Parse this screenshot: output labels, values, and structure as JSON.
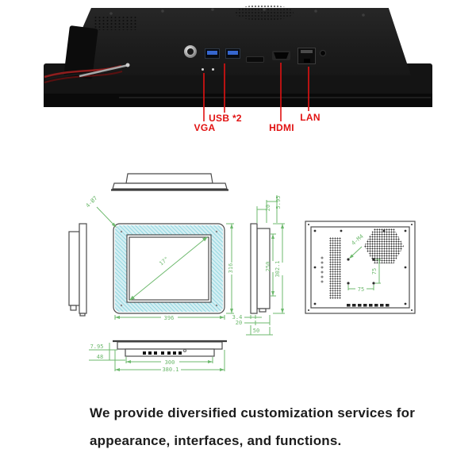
{
  "meta": {
    "accent_green": "#6db96d",
    "accent_red": "#e11212",
    "bezel_cyan": "#d4eff3"
  },
  "photo": {
    "port_labels": {
      "vga": "VGA",
      "usb": "USB *2",
      "hdmi": "HDMI",
      "lan": "LAN"
    }
  },
  "drawings": {
    "front": {
      "width": "396",
      "height": "316",
      "diagonal": "17\"",
      "corner_holes": "4-Ø7"
    },
    "side": {
      "vent_height": "250",
      "mount_height": "302.1",
      "top_depth": "20",
      "top_lip": "5.95",
      "bezel_thickness": "3.4",
      "front_depth": "20",
      "total_depth": "50"
    },
    "rear": {
      "vesa_holes": "4-M4",
      "vesa_width": "75",
      "vesa_height": "75"
    },
    "bottom": {
      "lip": "7.95",
      "inset": "48",
      "port_span": "300",
      "mount_width": "380.1"
    }
  },
  "footer": {
    "line1": "We provide diversified customization services for",
    "line2": "appearance, interfaces, and functions."
  }
}
